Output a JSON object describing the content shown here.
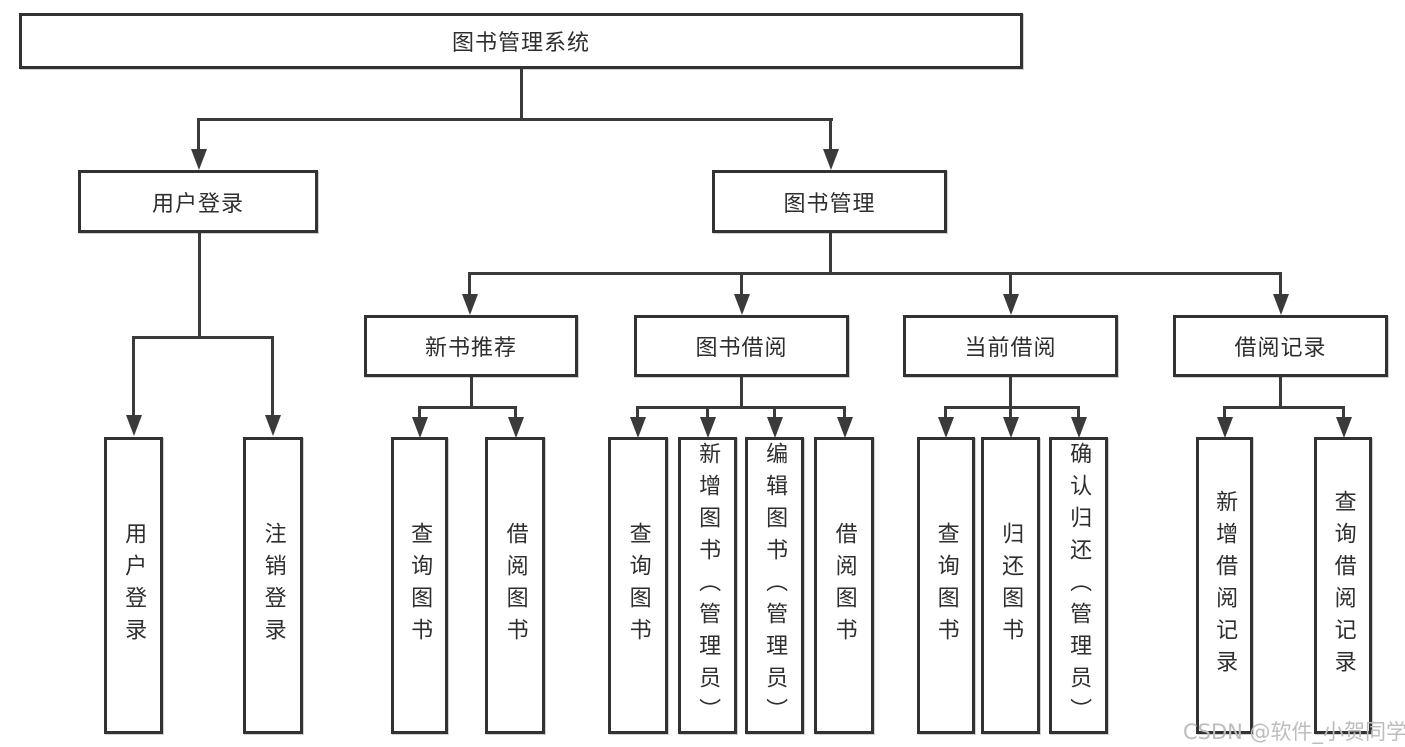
{
  "colors": {
    "line": "#3a3a3a",
    "box_border": "#323232",
    "box_fill": "#ffffff",
    "text": "#2e2e2e",
    "watermark_text": "#bdbdbd",
    "background": "#ffffff"
  },
  "watermark": {
    "text": "CSDN @软件_小贺同学"
  },
  "tree": {
    "label": "图书管理系统",
    "children": [
      {
        "label": "用户登录",
        "children": [
          {
            "label": "用户登录"
          },
          {
            "label": "注销登录"
          }
        ]
      },
      {
        "label": "图书管理",
        "children": [
          {
            "label": "新书推荐",
            "children": [
              {
                "label": "查询图书"
              },
              {
                "label": "借阅图书"
              }
            ]
          },
          {
            "label": "图书借阅",
            "children": [
              {
                "label": "查询图书"
              },
              {
                "label": "新增图书（管理员）"
              },
              {
                "label": "编辑图书（管理员）"
              },
              {
                "label": "借阅图书"
              }
            ]
          },
          {
            "label": "当前借阅",
            "children": [
              {
                "label": "查询图书"
              },
              {
                "label": "归还图书"
              },
              {
                "label": "确认归还（管理员）"
              }
            ]
          },
          {
            "label": "借阅记录",
            "children": [
              {
                "label": "新增借阅记录"
              },
              {
                "label": "查询借阅记录"
              }
            ]
          }
        ]
      }
    ]
  }
}
